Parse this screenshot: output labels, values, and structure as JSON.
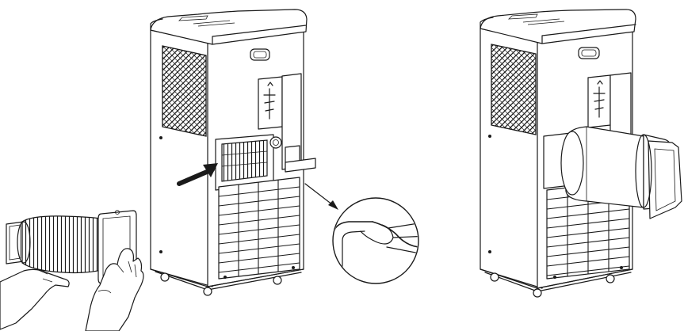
{
  "figure": {
    "panels": [
      {
        "id": "left",
        "depicts": "ac-unit-exhaust-hose-being-attached"
      },
      {
        "id": "right",
        "depicts": "ac-unit-exhaust-hose-attached"
      }
    ],
    "callout": {
      "depicts": "hook-detail-magnified"
    },
    "arrow": {
      "depicts": "insertion-direction"
    }
  }
}
